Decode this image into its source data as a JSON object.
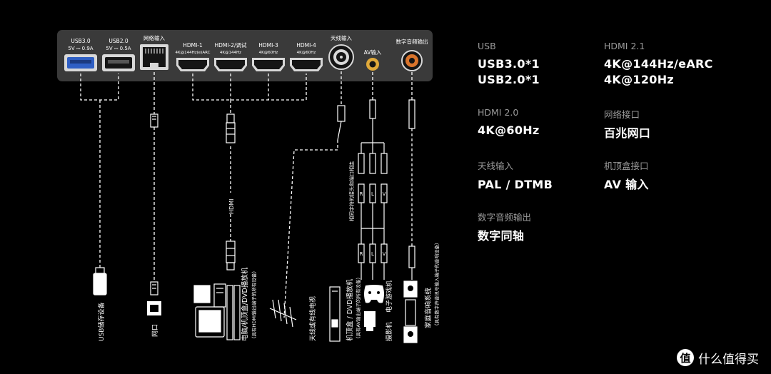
{
  "panel": {
    "ports": [
      {
        "id": "usb3",
        "label": "USB3.0",
        "sub": "5V ⎓ 0.9A"
      },
      {
        "id": "usb2",
        "label": "USB2.0",
        "sub": "5V ⎓ 0.5A"
      },
      {
        "id": "lan",
        "label": "网络输入"
      },
      {
        "id": "hdmi1",
        "label": "HDMI-1",
        "sub": "4K@144Hz(e)ARC"
      },
      {
        "id": "hdmi2",
        "label": "HDMI-2/调试",
        "sub": "4K@144Hz"
      },
      {
        "id": "hdmi3",
        "label": "HDMI-3",
        "sub": "4K@60Hz"
      },
      {
        "id": "hdmi4",
        "label": "HDMI-4",
        "sub": "4K@60Hz"
      },
      {
        "id": "antenna",
        "label": "天线输入"
      },
      {
        "id": "av",
        "label": "AV输入"
      },
      {
        "id": "coax",
        "label": "数字音频输出"
      }
    ],
    "cable_labels": {
      "hdmi": "HDMI",
      "rca_hint": "相同字符的接头和端口相连",
      "rca_r": "R",
      "rca_l": "L",
      "rca_v": "V"
    },
    "devices": {
      "usb": "USB储存设备",
      "lan": "网口",
      "pc_title": "电脑/机顶盒/DVD播放机",
      "pc_note": "（具有HDMI输出端子的所有设备）",
      "antenna": "天线或有线电视",
      "stb_title": "机顶盒 / DVD播放机",
      "stb_note": "（具有AV输出端子的所有设备）",
      "camera": "摄影机",
      "game": "电子游戏机",
      "home_theater_title": "家庭音响系统",
      "home_theater_note": "（具有数字声音讯号输入端子的音响设备）"
    }
  },
  "specs": [
    {
      "label": "USB",
      "values": [
        "USB3.0*1",
        "USB2.0*1"
      ]
    },
    {
      "label": "HDMI 2.1",
      "values": [
        "4K@144Hz/eARC",
        "4K@120Hz"
      ]
    },
    {
      "label": "HDMI 2.0",
      "values": [
        "4K@60Hz"
      ]
    },
    {
      "label": "网络接口",
      "values": [
        "百兆网口"
      ]
    },
    {
      "label": "天线输入",
      "values": [
        "PAL / DTMB"
      ]
    },
    {
      "label": "机顶盒接口",
      "values": [
        "AV 输入"
      ]
    },
    {
      "label": "数字音频输出",
      "values": [
        "数字同轴"
      ]
    }
  ],
  "watermark": {
    "icon": "值",
    "text": "什么值得买"
  },
  "colors": {
    "background": "#000000",
    "panel": "#3a3a3a",
    "port_fill": "#151515",
    "blue_usb": "#2f5fc4",
    "rca_yellow": "#e0a93a",
    "rca_orange": "#d9742c",
    "label_gray": "#9a9a9a"
  }
}
